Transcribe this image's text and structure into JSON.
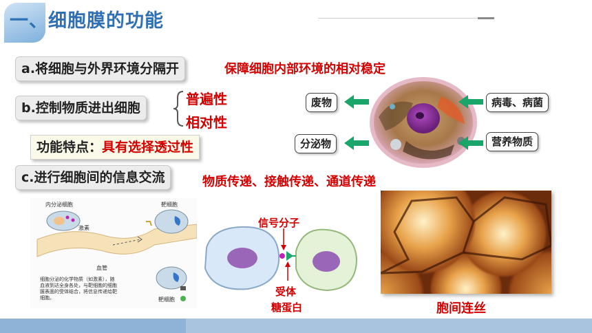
{
  "header": {
    "title": "一、细胞膜的功能"
  },
  "functions": {
    "a_label": "a.将细胞与外界环境分隔开",
    "a_note": "保障细胞内部环境的相对稳定",
    "b_label": "b.控制物质进出细胞",
    "b_trait1": "普遍性",
    "b_trait2": "相对性",
    "feature_prefix": "功能特点：",
    "feature_value": "具有选择透过性",
    "c_label": "c.进行细胞间的信息交流",
    "c_note": "物质传递、接触传递、通道传递"
  },
  "cell_diagram": {
    "waste": "废物",
    "secretion": "分泌物",
    "pathogen": "病毒、病菌",
    "nutrients": "营养物质"
  },
  "endocrine_diagram": {
    "source_cell": "内分泌细胞",
    "hormone": "激素",
    "target_cell_top": "靶细胞",
    "vessel": "血管",
    "target_cell_bottom": "靶细胞",
    "caption_lines": [
      "细胞分泌的化学物质（如激素），随",
      "血液到达全身各处，与靶细胞的细胞",
      "膜表面的受体结合，将信息传递给靶",
      "细胞。"
    ]
  },
  "contact_diagram": {
    "signal": "信号分子",
    "receptor": "受体",
    "glycoprotein": "糖蛋白"
  },
  "plasmodesmata": {
    "caption": "胞间连丝"
  },
  "colors": {
    "accent": "#2f6fb4",
    "highlight": "#d40000",
    "footer": "#a9c4df"
  }
}
